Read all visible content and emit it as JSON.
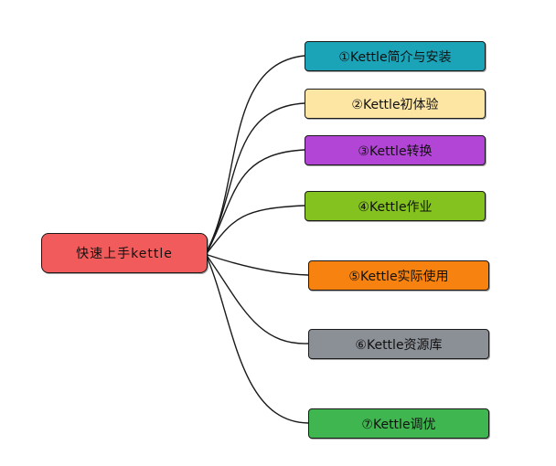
{
  "central": {
    "label": "快速上手kettle",
    "color": "#f25b5b"
  },
  "branches": [
    {
      "label": "①Kettle简介与安装",
      "color": "#1ba3b8"
    },
    {
      "label": "②Kettle初体验",
      "color": "#fde6a3"
    },
    {
      "label": "③Kettle转换",
      "color": "#b345d6"
    },
    {
      "label": "④Kettle作业",
      "color": "#84c21f"
    },
    {
      "label": "⑤Kettle实际使用",
      "color": "#f7820f"
    },
    {
      "label": "⑥Kettle资源库",
      "color": "#8b8f96"
    },
    {
      "label": "⑦Kettle调优",
      "color": "#3fb64f"
    }
  ]
}
